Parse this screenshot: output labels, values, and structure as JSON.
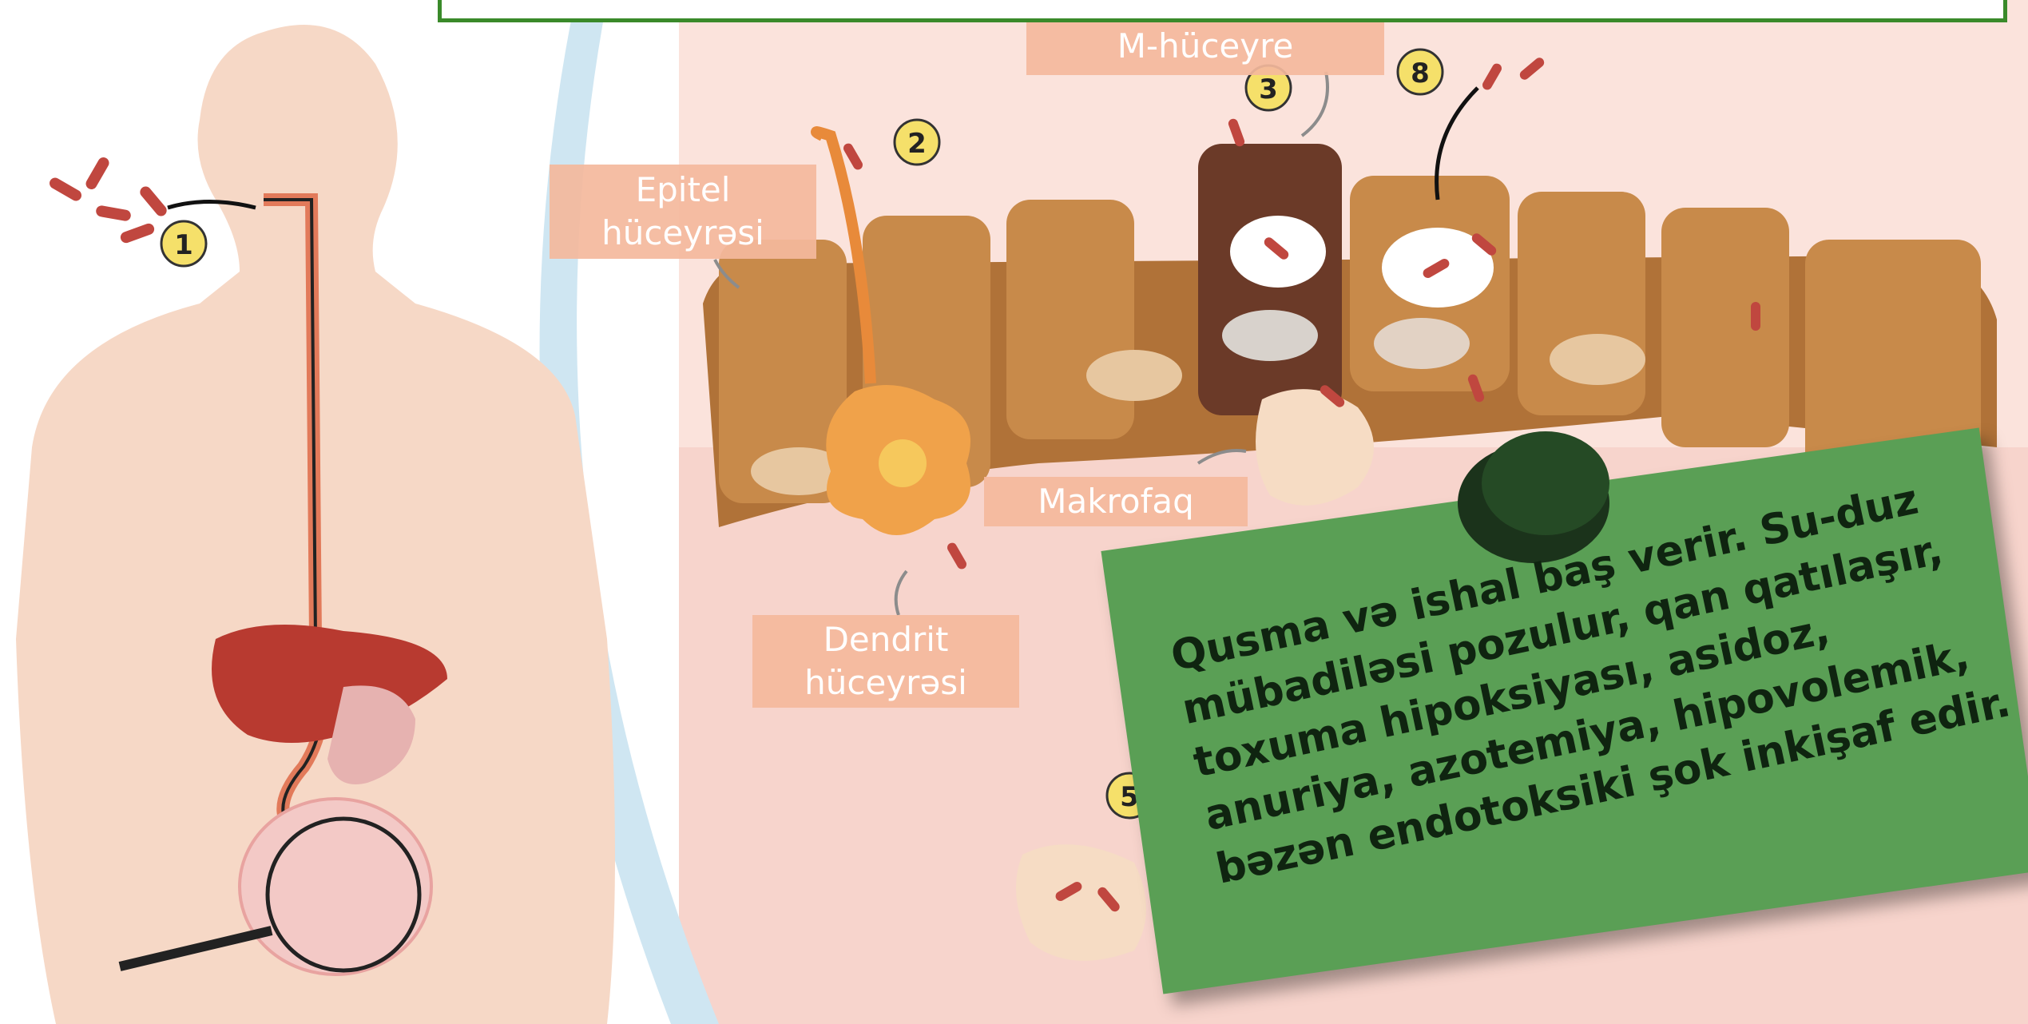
{
  "labels": {
    "m_cell": "M-hüceyre",
    "epithelial": "Epitel\nhüceyrəsi",
    "macrophage": "Makrofaq",
    "dendritic": "Dendrit\nhüceyrəsi"
  },
  "steps": [
    "1",
    "2",
    "3",
    "8",
    "5"
  ],
  "note": {
    "text": "Qusma və ishal baş verir. Su-duz\nmübadiləsi pozulur, qan qatılaşır,\ntoxuma hipoksiyası, asidoz,\nanuriya, azotemiya, hipovolemik,\nbəzən endotoksiki şok inkişaf edir."
  },
  "colors": {
    "label_bg": "#f4b89c",
    "frame": "#3a8a2a",
    "note_bg": "#5a9f55",
    "pin": "#1f3d1f",
    "bacteria": "#c0473f",
    "cell": "#b07238"
  }
}
